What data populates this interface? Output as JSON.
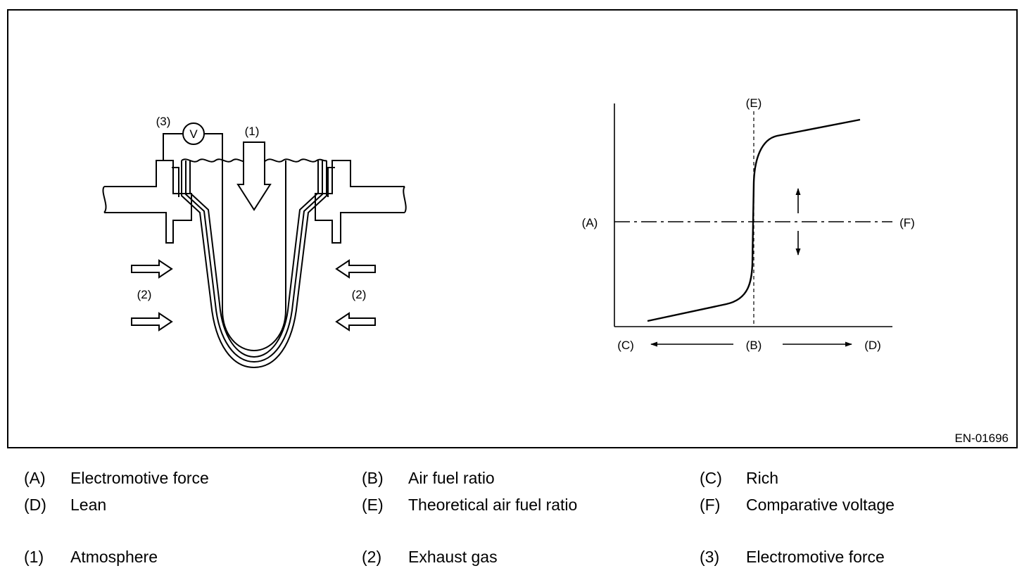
{
  "figure_code": "EN-01696",
  "sensor_labels": {
    "atmosphere_num": "(1)",
    "exhaust_left_num": "(2)",
    "exhaust_right_num": "(2)",
    "emf_num": "(3)",
    "voltmeter": "V"
  },
  "graph_labels": {
    "A": "(A)",
    "B": "(B)",
    "C": "(C)",
    "D": "(D)",
    "E": "(E)",
    "F": "(F)"
  },
  "legend": [
    {
      "key": "(A)",
      "desc": "Electromotive force"
    },
    {
      "key": "(B)",
      "desc": "Air fuel ratio"
    },
    {
      "key": "(C)",
      "desc": "Rich"
    },
    {
      "key": "(D)",
      "desc": "Lean"
    },
    {
      "key": "(E)",
      "desc": "Theoretical air fuel ratio"
    },
    {
      "key": "(F)",
      "desc": "Comparative voltage"
    },
    {
      "key": "(1)",
      "desc": "Atmosphere"
    },
    {
      "key": "(2)",
      "desc": "Exhaust gas"
    },
    {
      "key": "(3)",
      "desc": "Electromotive force"
    }
  ]
}
